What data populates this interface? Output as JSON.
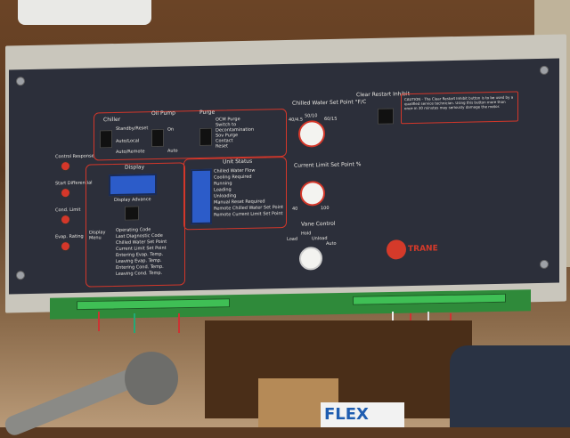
{
  "panel": {
    "brand": "TRANE",
    "sections": {
      "chiller": "Chiller",
      "oil_pump": "Oil Pump",
      "purge": "Purge",
      "display": "Display",
      "unit_status": "Unit Status",
      "chilled_water_setpoint": "Chilled Water Set Point °F/C",
      "current_limit_setpoint": "Current Limit Set Point %",
      "vane_control": "Vane Control",
      "clear_restart": "Clear Restart Inhibit"
    },
    "chiller_switch_labels": [
      "Auto/Local",
      "Auto/Remote"
    ],
    "chiller_extra": "Standby/Reset",
    "oil_pump_labels": [
      "On",
      "Auto"
    ],
    "purge_labels": [
      "OCM Purge",
      "Switch to",
      "Decontamination",
      "Sov Purge",
      "Contact",
      "Reset"
    ],
    "left_knob_labels": [
      "Control Response",
      "Start Differential",
      "Cond. Limit",
      "Evap. Rating"
    ],
    "display_advance": "Display Advance",
    "display_items": [
      "Operating Code",
      "Last Diagnostic Code",
      "Chilled Water Set Point",
      "Current Limit Set Point",
      "Entering Evap. Temp.",
      "Leaving Evap. Temp.",
      "Entering Cond. Temp.",
      "Leaving Cond. Temp."
    ],
    "display_side": [
      "Display",
      "Menu"
    ],
    "unit_status_items": [
      "Chilled Water Flow",
      "Cooling Required",
      "Running",
      "Loading",
      "Unloading",
      "Manual Reset Required",
      "Remote Chilled Water Set Point",
      "Remote Current Limit Set Point"
    ],
    "chw_scale": [
      "40/4.5",
      "50/10",
      "60/15"
    ],
    "cl_scale": [
      "40",
      "100"
    ],
    "vane_labels": [
      "Load",
      "Hold",
      "Unload",
      "Auto"
    ],
    "caution": "CAUTION - The Clear Restart Inhibit button is to be used by a qualified service technician. Using this button more than once in 30 minutes may seriously damage the motor."
  },
  "foreground": {
    "box_label": "FLEX"
  },
  "colors": {
    "panel": "#2c2f3a",
    "accent_red": "#d4372a",
    "lcd_blue": "#2c5cc9",
    "board_green": "#2f8a3a"
  }
}
